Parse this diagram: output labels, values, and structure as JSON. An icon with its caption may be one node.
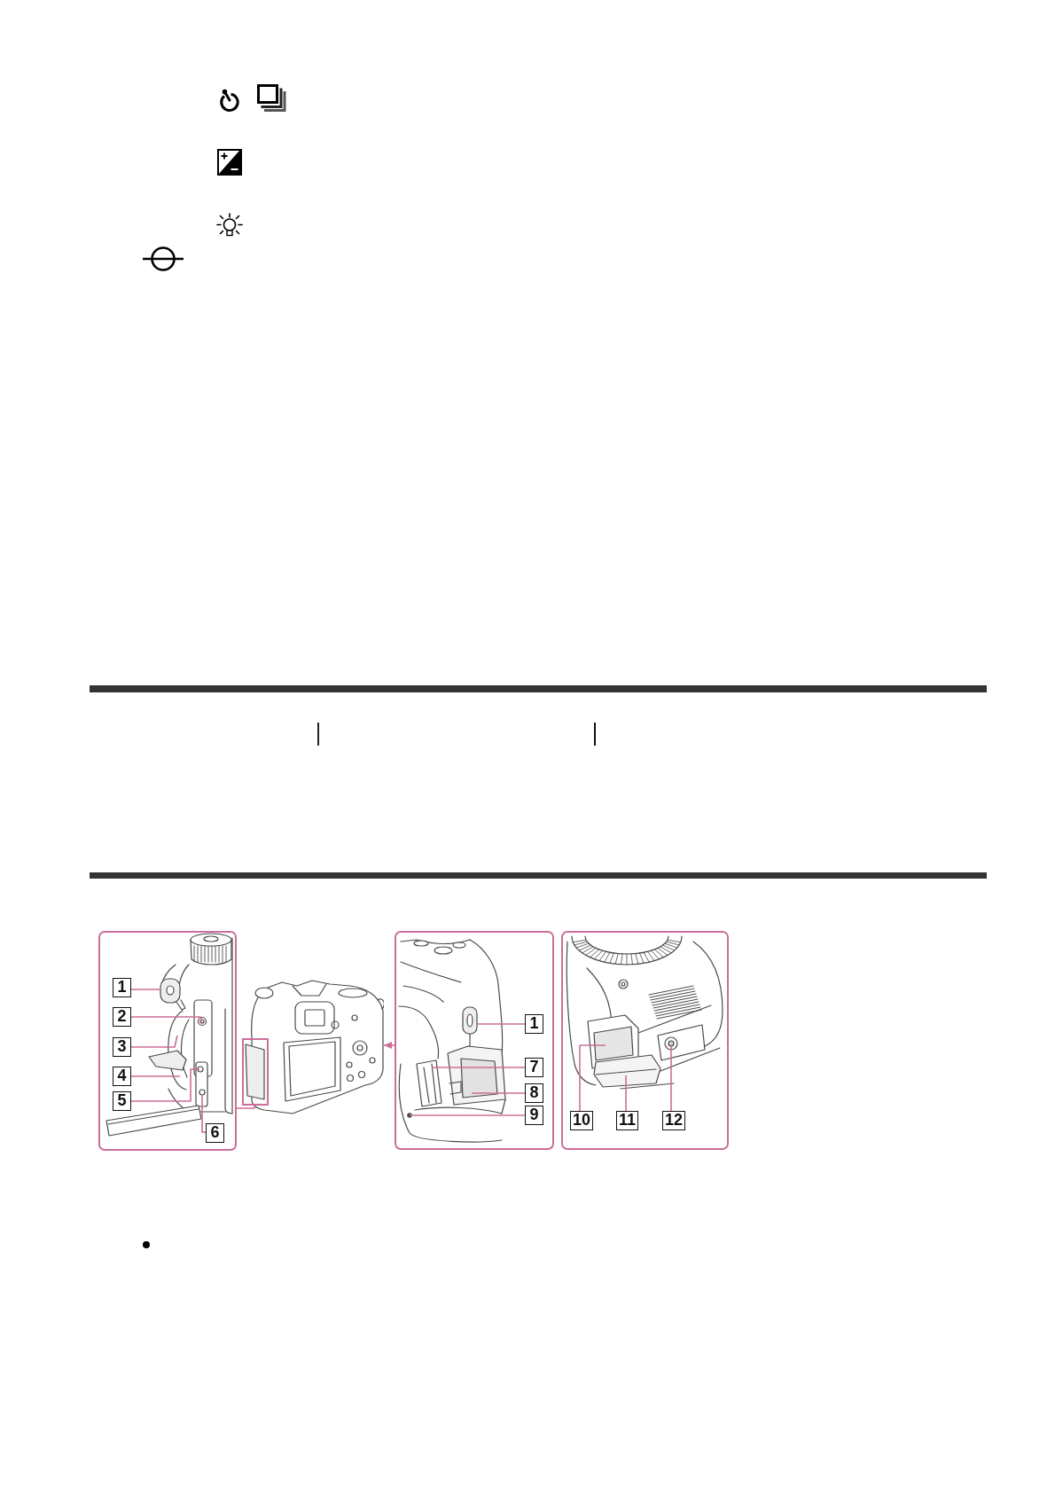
{
  "diagram": {
    "nodes": [
      {
        "text": [],
        "shape": "box"
      },
      {
        "text": [
          "1"
        ],
        "in": 0
      },
      {
        "text": [
          "2"
        ],
        "in": 0
      },
      {
        "text": [
          "3"
        ],
        "in": 0
      },
      {
        "text": [
          "4"
        ],
        "in": 0
      },
      {
        "text": [
          "5"
        ],
        "in": 0
      },
      {
        "text": [
          "6"
        ],
        "in": 0
      },
      {
        "text": [],
        "shape": "picture"
      },
      {
        "text": [],
        "shape": "box",
        "in": 7
      },
      {
        "text": [],
        "shape": "box"
      },
      {
        "text": [
          "1"
        ],
        "in": 9
      },
      {
        "text": [
          "7"
        ],
        "in": 9
      },
      {
        "text": [
          "8"
        ],
        "in": 9
      },
      {
        "text": [
          "9"
        ],
        "in": 9
      },
      {
        "text": [],
        "shape": "box"
      },
      {
        "text": [
          "10"
        ],
        "in": 14
      },
      {
        "text": [
          "11"
        ],
        "in": 14
      },
      {
        "text": [
          "12"
        ],
        "in": 14
      }
    ],
    "edges": [
      {
        "from": 1,
        "to": null,
        "arrow": "none"
      },
      {
        "from": 2,
        "to": null,
        "arrow": "none"
      },
      {
        "from": 3,
        "to": null,
        "arrow": "none"
      },
      {
        "from": 4,
        "to": null,
        "arrow": "none"
      },
      {
        "from": 5,
        "to": null,
        "arrow": "none"
      },
      {
        "from": 6,
        "to": null,
        "arrow": "none"
      },
      {
        "from": 0,
        "to": 8,
        "arrow": "none"
      },
      {
        "from": 9,
        "to": 7,
        "arrow": "to"
      },
      {
        "from": 10,
        "to": null,
        "arrow": "none"
      },
      {
        "from": 11,
        "to": null,
        "arrow": "none"
      },
      {
        "from": 12,
        "to": null,
        "arrow": "none"
      },
      {
        "from": 13,
        "to": null,
        "arrow": "none"
      },
      {
        "from": 15,
        "to": null,
        "arrow": "none"
      },
      {
        "from": 16,
        "to": null,
        "arrow": "none"
      },
      {
        "from": 17,
        "to": null,
        "arrow": "none"
      }
    ]
  }
}
